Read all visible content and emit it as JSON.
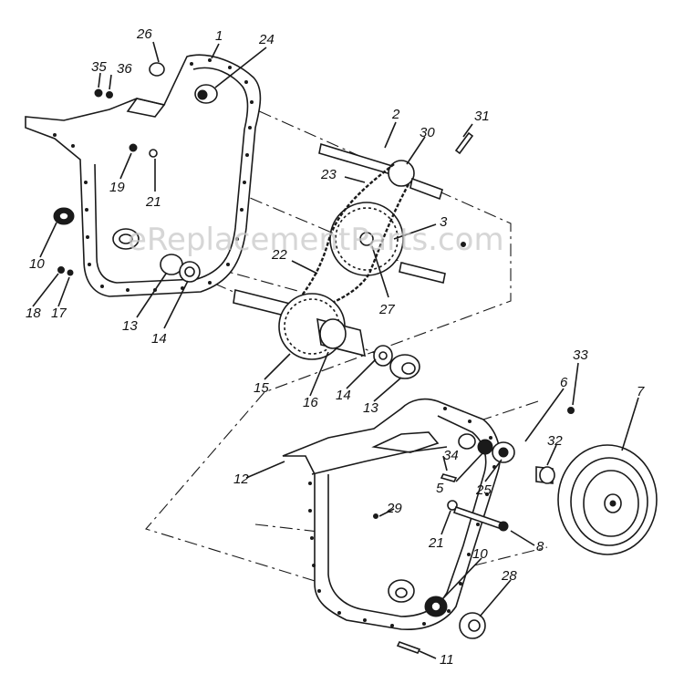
{
  "watermark": "eReplacementParts.com",
  "labels": [
    {
      "id": "1",
      "text": "1"
    },
    {
      "id": "2",
      "text": "2"
    },
    {
      "id": "3",
      "text": "3"
    },
    {
      "id": "5",
      "text": "5"
    },
    {
      "id": "6",
      "text": "6"
    },
    {
      "id": "7",
      "text": "7"
    },
    {
      "id": "8",
      "text": "8"
    },
    {
      "id": "10a",
      "text": "10"
    },
    {
      "id": "10b",
      "text": "10"
    },
    {
      "id": "11",
      "text": "11"
    },
    {
      "id": "12",
      "text": "12"
    },
    {
      "id": "13a",
      "text": "13"
    },
    {
      "id": "13b",
      "text": "13"
    },
    {
      "id": "14a",
      "text": "14"
    },
    {
      "id": "14b",
      "text": "14"
    },
    {
      "id": "15",
      "text": "15"
    },
    {
      "id": "16",
      "text": "16"
    },
    {
      "id": "17",
      "text": "17"
    },
    {
      "id": "18",
      "text": "18"
    },
    {
      "id": "19",
      "text": "19"
    },
    {
      "id": "21a",
      "text": "21"
    },
    {
      "id": "21b",
      "text": "21"
    },
    {
      "id": "22",
      "text": "22"
    },
    {
      "id": "23",
      "text": "23"
    },
    {
      "id": "24",
      "text": "24"
    },
    {
      "id": "25",
      "text": "25"
    },
    {
      "id": "26",
      "text": "26"
    },
    {
      "id": "27",
      "text": "27"
    },
    {
      "id": "28",
      "text": "28"
    },
    {
      "id": "29",
      "text": "29"
    },
    {
      "id": "30",
      "text": "30"
    },
    {
      "id": "31",
      "text": "31"
    },
    {
      "id": "32",
      "text": "32"
    },
    {
      "id": "33",
      "text": "33"
    },
    {
      "id": "34",
      "text": "34"
    },
    {
      "id": "35",
      "text": "35"
    },
    {
      "id": "36",
      "text": "36"
    }
  ]
}
